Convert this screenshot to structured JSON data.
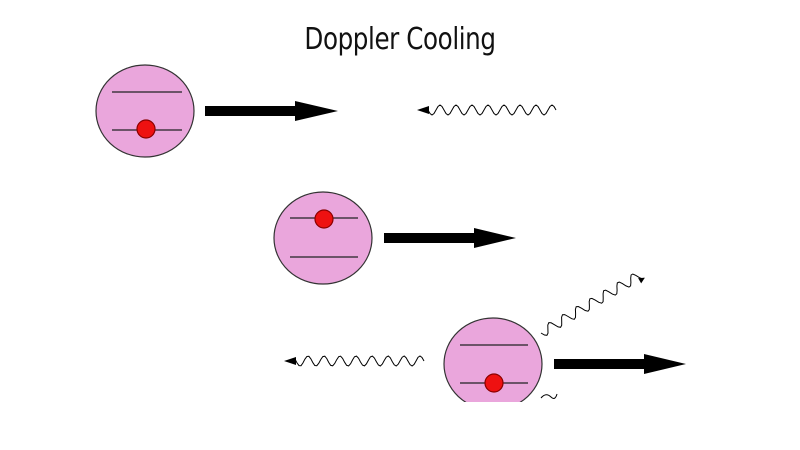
{
  "title": "Doppler Cooling",
  "colors": {
    "atom_fill": "#eaa6dc",
    "atom_stroke": "#333333",
    "electron_fill": "#ee1111",
    "electron_stroke": "#8a0000",
    "arrow": "#000000",
    "photon": "#000000"
  },
  "stages": [
    {
      "stage": 1,
      "electron_level": "lower",
      "motion": "right",
      "photons": [
        "incoming-from-right"
      ]
    },
    {
      "stage": 2,
      "electron_level": "upper",
      "motion": "right",
      "photons": []
    },
    {
      "stage": 3,
      "electron_level": "lower",
      "motion": "right",
      "photons": [
        "absorbed-momentum-left",
        "emitted-up-right",
        "emitted-down-right"
      ]
    }
  ]
}
